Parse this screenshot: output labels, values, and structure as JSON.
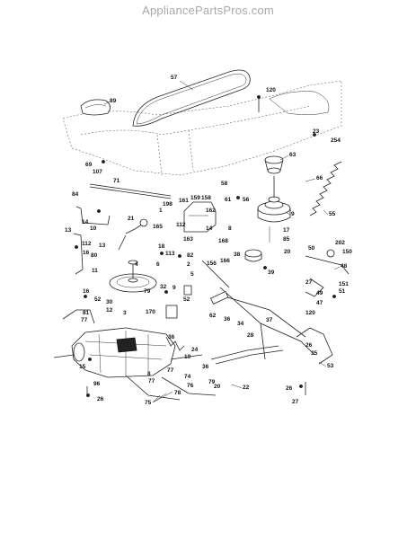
{
  "watermark": "AppliancePartsPros.com",
  "callouts": [
    "57",
    "120",
    "89",
    "23",
    "254",
    "69",
    "63",
    "107",
    "66",
    "71",
    "58",
    "84",
    "61",
    "56",
    "9",
    "198",
    "161",
    "159",
    "158",
    "55",
    "1",
    "162",
    "112",
    "14",
    "14",
    "165",
    "17",
    "21",
    "10",
    "8",
    "163",
    "168",
    "85",
    "13",
    "112",
    "16",
    "18",
    "113",
    "20",
    "50",
    "202",
    "150",
    "80",
    "13",
    "11",
    "82",
    "166",
    "156",
    "38",
    "48",
    "6",
    "2",
    "4",
    "5",
    "39",
    "27",
    "151",
    "51",
    "79",
    "32",
    "9",
    "49",
    "16",
    "52",
    "62",
    "36",
    "47",
    "120",
    "30",
    "12",
    "52",
    "34",
    "37",
    "28",
    "170",
    "3",
    "77",
    "81",
    "35",
    "26",
    "24",
    "36",
    "19",
    "15",
    "8",
    "77",
    "36",
    "53",
    "74",
    "96",
    "26",
    "77",
    "76",
    "20",
    "79",
    "26",
    "75",
    "78",
    "22",
    "27"
  ]
}
